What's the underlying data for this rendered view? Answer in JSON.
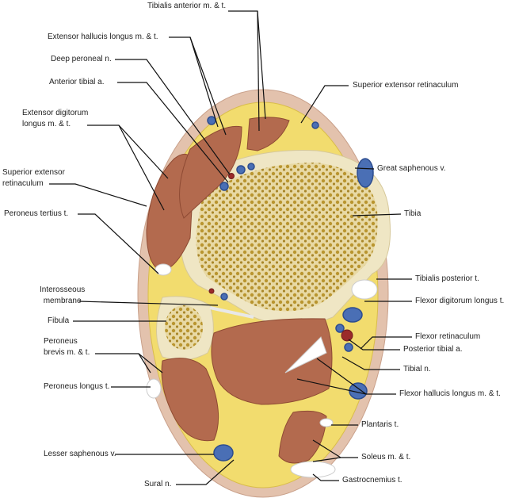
{
  "labels": {
    "tibialis_anterior": "Tibialis anterior m. & t.",
    "ehl": "Extensor hallucis longus m. & t.",
    "deep_peroneal": "Deep peroneal n.",
    "anterior_tibial": "Anterior tibial a.",
    "edl_1": "Extensor digitorum",
    "edl_2": "longus m. & t.",
    "ser_left_1": "Superior extensor",
    "ser_left_2": "retinaculum",
    "peroneus_tertius": "Peroneus tertius t.",
    "interosseous_1": "Interosseous",
    "interosseous_2": "membrane",
    "fibula": "Fibula",
    "peroneus_brevis_1": "Peroneus",
    "peroneus_brevis_2": "brevis m. & t.",
    "peroneus_longus": "Peroneus longus t.",
    "lesser_saphenous": "Lesser saphenous v.",
    "sural": "Sural n.",
    "ser_right": "Superior extensor retinaculum",
    "great_saphenous": "Great saphenous v.",
    "tibia": "Tibia",
    "tibialis_posterior": "Tibialis posterior t.",
    "fdl": "Flexor digitorum longus t.",
    "flexor_retinaculum": "Flexor retinaculum",
    "posterior_tibial": "Posterior tibial a.",
    "tibial_n": "Tibial n.",
    "fhl": "Flexor hallucis longus m. & t.",
    "plantaris": "Plantaris t.",
    "soleus": "Soleus m. & t.",
    "gastrocnemius": "Gastrocnemius t."
  },
  "colors": {
    "skin": "#e3c2ad",
    "fat": "#f2dc6e",
    "muscle": "#b36a4e",
    "bone": "#efe6c4",
    "spongy": "#b9952f",
    "vein": "#4a6fb5",
    "artery": "#9a2a2a",
    "tendon": "#ffffff"
  }
}
